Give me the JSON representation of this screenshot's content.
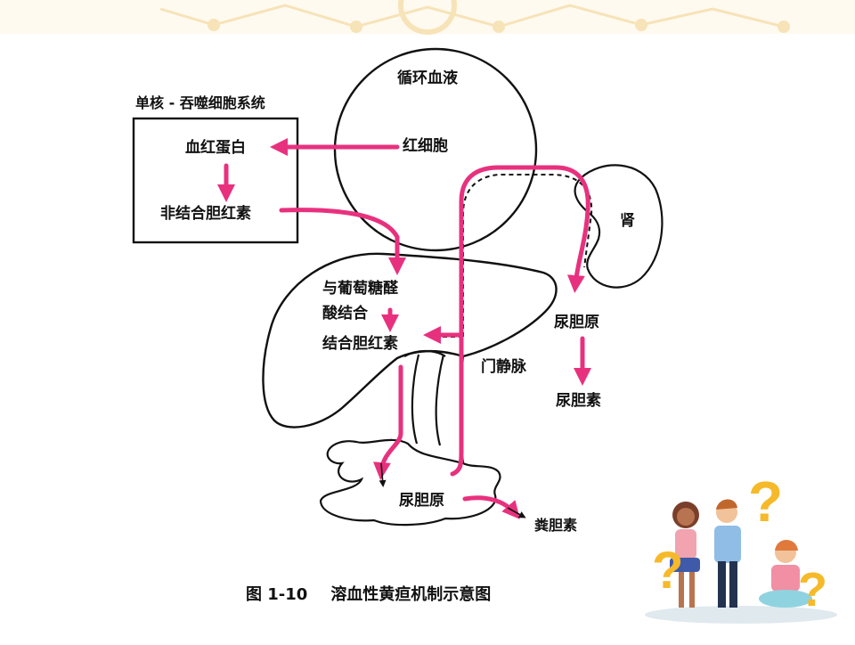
{
  "labels": {
    "circulation": "循环血液",
    "rbc": "红细胞",
    "mps_title": "单核 - 吞噬细胞系统",
    "hemoglobin": "血红蛋白",
    "unconj_bilirubin": "非结合胆红素",
    "glucuronic_1": "与葡萄糖醛",
    "glucuronic_2": "酸结合",
    "conj_bilirubin": "结合胆红素",
    "portal_vein": "门静脉",
    "kidney": "肾",
    "urobilinogen_kidney": "尿胆原",
    "urobilin": "尿胆素",
    "urobilinogen_gut": "尿胆原",
    "stercobilin": "粪胆素"
  },
  "caption": {
    "number": "图 1-10",
    "title": "溶血性黄疸机制示意图"
  },
  "colors": {
    "arrow": "#e8317e",
    "line": "#111111",
    "decor": "#fdf1d8"
  }
}
